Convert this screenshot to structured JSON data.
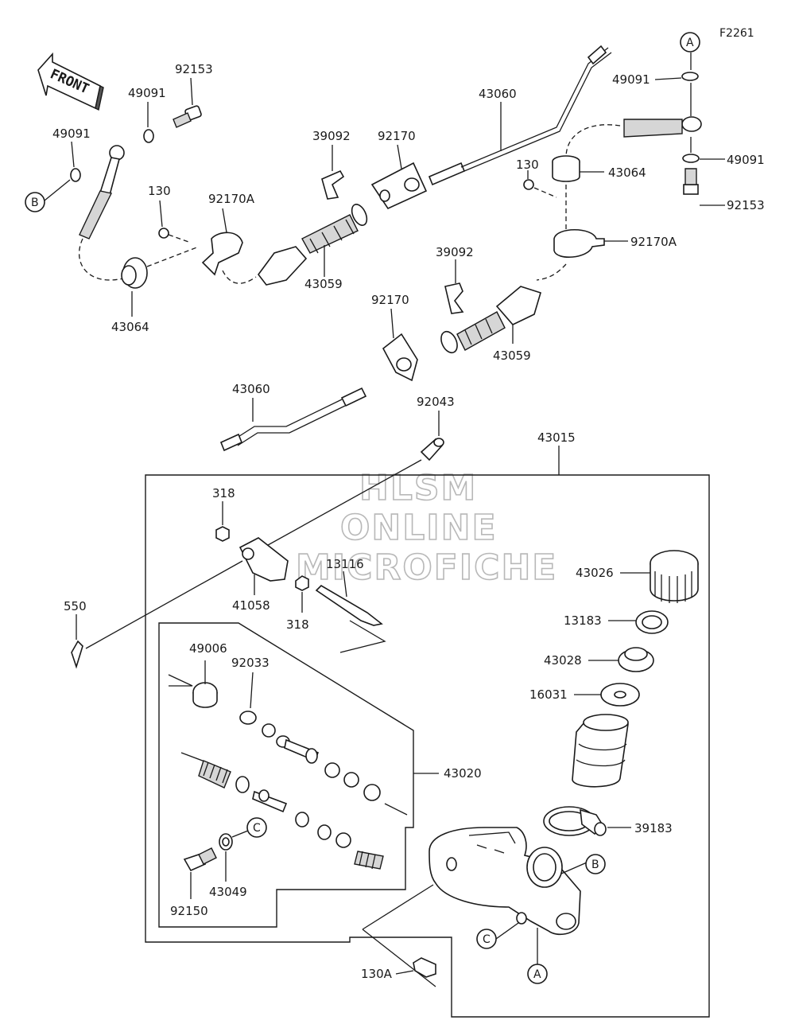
{
  "figure_code": "F2261",
  "direction_label": "FRONT",
  "watermark": [
    "HLSM",
    "ONLINE",
    "MICROFICHE"
  ],
  "callouts": {
    "A": "A",
    "B": "B",
    "C": "C"
  },
  "part_numbers": {
    "p92153_left": "92153",
    "p49091_left_top": "49091",
    "p49091_left": "49091",
    "p130_left": "130",
    "p92170A_left": "92170A",
    "p43064_left": "43064",
    "p39092_top": "39092",
    "p92170_top": "92170",
    "p43059_top": "43059",
    "p43060_top": "43060",
    "p49091_right_top": "49091",
    "p130_right": "130",
    "p43064_right": "43064",
    "p49091_right": "49091",
    "p92153_right": "92153",
    "p92170A_right": "92170A",
    "p39092_mid": "39092",
    "p92170_mid": "92170",
    "p43059_mid": "43059",
    "p43060_mid": "43060",
    "p92043": "92043",
    "p43015": "43015",
    "p318_top": "318",
    "p41058": "41058",
    "p318_bottom": "318",
    "p13116": "13116",
    "p550": "550",
    "p49006": "49006",
    "p92033": "92033",
    "p43020": "43020",
    "p43049": "43049",
    "p92150": "92150",
    "p43026": "43026",
    "p13183": "13183",
    "p43028": "43028",
    "p16031": "16031",
    "p39183": "39183",
    "p130A": "130A"
  }
}
